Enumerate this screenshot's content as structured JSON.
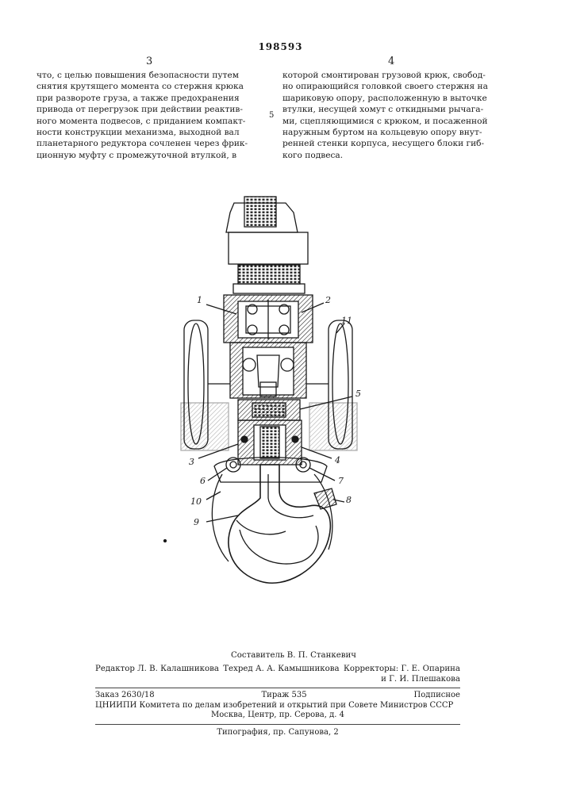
{
  "header": {
    "patent_number": "198593",
    "column_left": "3",
    "column_right": "4",
    "line_marker": "5"
  },
  "text": {
    "left_lines": [
      "что, с целью повышения безопасности путем",
      "снятия крутящего момента со стержня крюка",
      "при развороте груза, а также предохранения",
      "привода от перегрузок при действии реактив-",
      "ного момента подвесов, с приданием компакт-",
      "ности конструкции механизма, выходной вал",
      "планетарного редуктора сочленен через фрик-",
      "ционную муфту с промежуточной втулкой, в"
    ],
    "right_lines": [
      "которой смонтирован грузовой крюк, свобод-",
      "но опирающийся головкой своего стержня на",
      "шариковую опору, расположенную в выточке",
      "втулки, несущей хомут с откидными рычага-",
      "ми, сцепляющимися с крюком, и посаженной",
      "наружным буртом на кольцевую опору внут-",
      "ренней стенки корпуса, несущего блоки гиб-",
      "кого подвеса."
    ]
  },
  "drawing": {
    "labels": [
      "1",
      "2",
      "11",
      "5",
      "3",
      "4",
      "6",
      "7",
      "8",
      "10",
      "9"
    ]
  },
  "credits": {
    "composer": "Составитель В. П. Станкевич",
    "editor": "Редактор Л. В. Калашникова",
    "techred": "Техред А. А. Камышникова",
    "correctors": "Корректоры: Г. Е. Опарина",
    "corrector2": "и Г. И. Плешакова"
  },
  "imprint": {
    "order": "Заказ 2630/18",
    "circulation": "Тираж 535",
    "subscription": "Подписное",
    "org": "ЦНИИПИ Комитета по делам изобретений и открытий при Совете Министров СССР",
    "address": "Москва, Центр, пр. Серова, д. 4",
    "printer": "Типография, пр. Сапунова, 2"
  }
}
